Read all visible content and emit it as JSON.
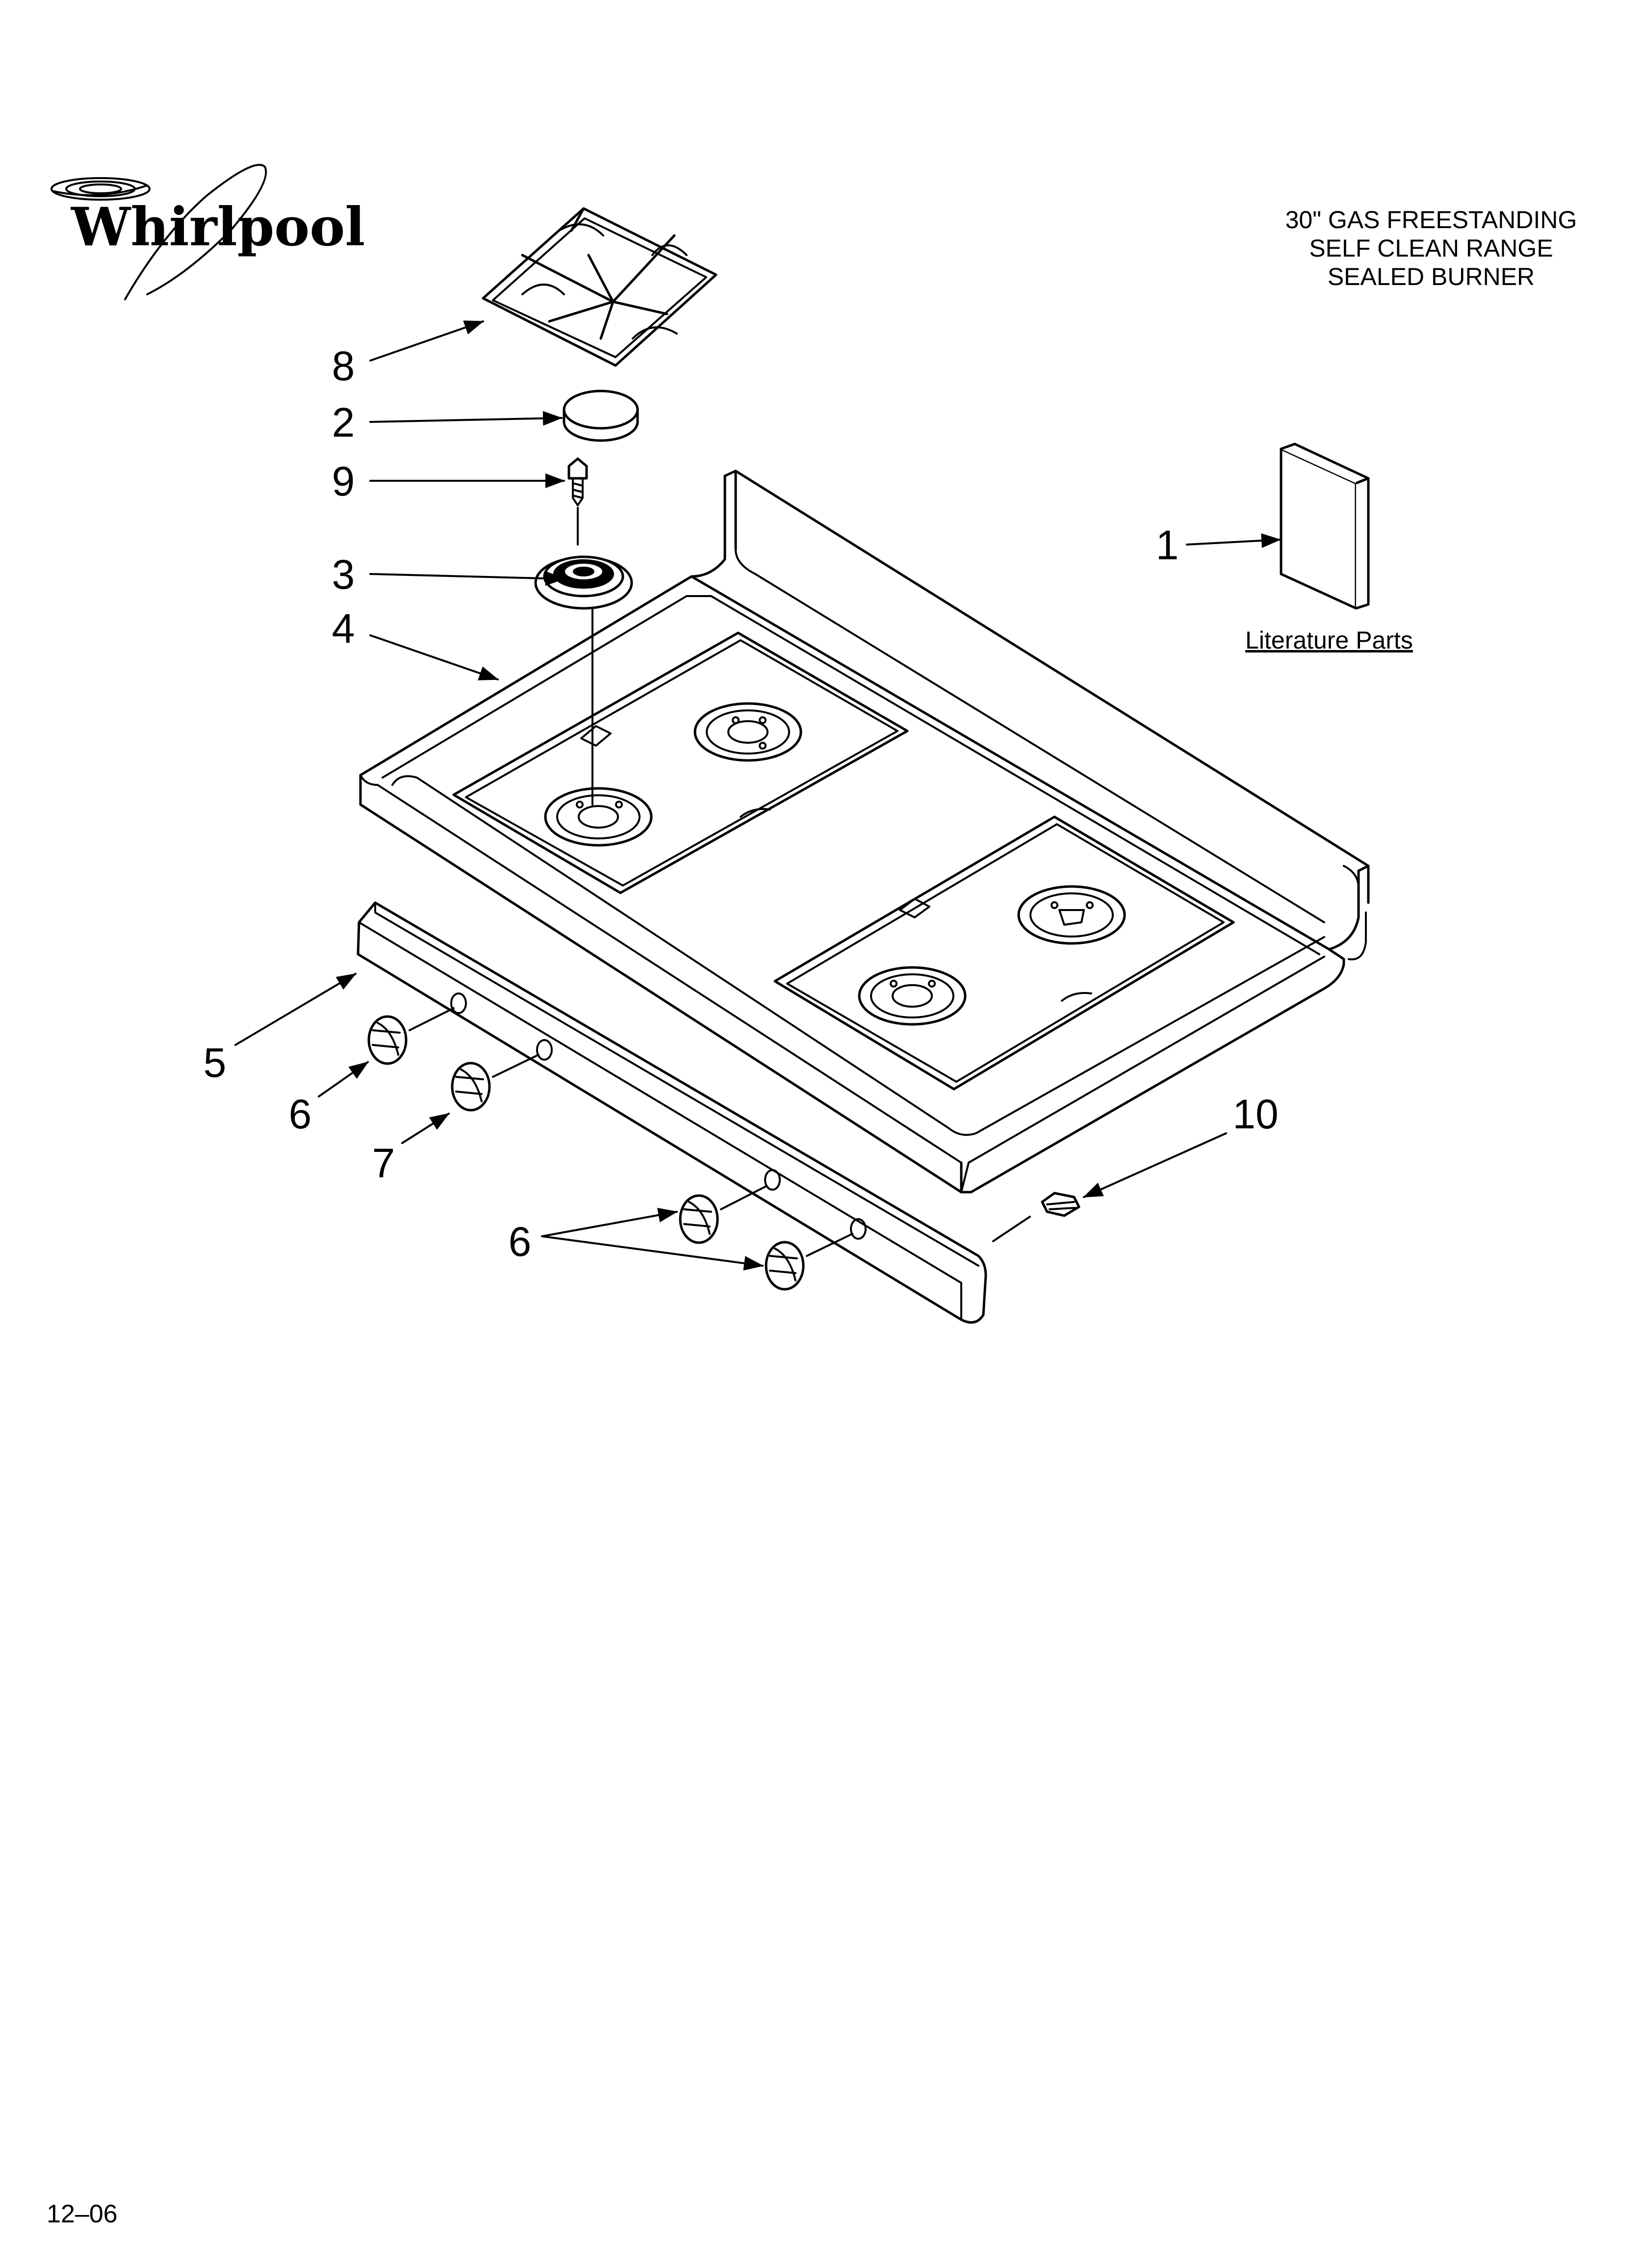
{
  "brand": {
    "logo_text": "Whirlpool"
  },
  "title": {
    "line1": "30\" GAS FREESTANDING",
    "line2": "SELF CLEAN RANGE",
    "line3": "SEALED BURNER"
  },
  "literature": {
    "label": "Literature Parts"
  },
  "callouts": {
    "c1": "1",
    "c2": "2",
    "c3": "3",
    "c4": "4",
    "c5": "5",
    "c6a": "6",
    "c6b": "6",
    "c7": "7",
    "c8": "8",
    "c9": "9",
    "c10": "10"
  },
  "footer": {
    "date_code": "12–06"
  },
  "icons": {
    "logo": "whirlpool-swirl-logo",
    "grate": "burner-grate-icon",
    "cap": "burner-cap-icon",
    "screw": "screw-icon",
    "burner": "burner-base-icon",
    "cooktop": "cooktop-icon",
    "panel": "control-panel-icon",
    "knob": "knob-icon",
    "manual": "literature-book-icon"
  }
}
